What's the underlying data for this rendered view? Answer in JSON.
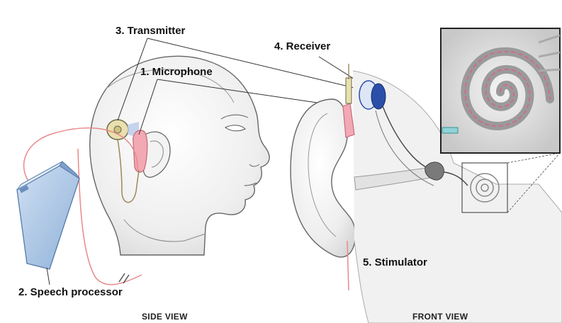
{
  "labels": {
    "transmitter": "3. Transmitter",
    "microphone": "1. Microphone",
    "receiver": "4. Receiver",
    "stimulator": "5. Stimulator",
    "speech_processor": "2. Speech processor"
  },
  "views": {
    "side": "SIDE VIEW",
    "front": "FRONT VIEW"
  },
  "colors": {
    "skin": "#ececec",
    "outline": "#555555",
    "wire": "#e88a8a",
    "device_pink": "#e98fa0",
    "processor_blue": "#a9c6e6",
    "receiver_blue": "#2a4fa8",
    "cochlea_gray": "#d2d2d2",
    "electrode_pink": "#d46a8a"
  }
}
